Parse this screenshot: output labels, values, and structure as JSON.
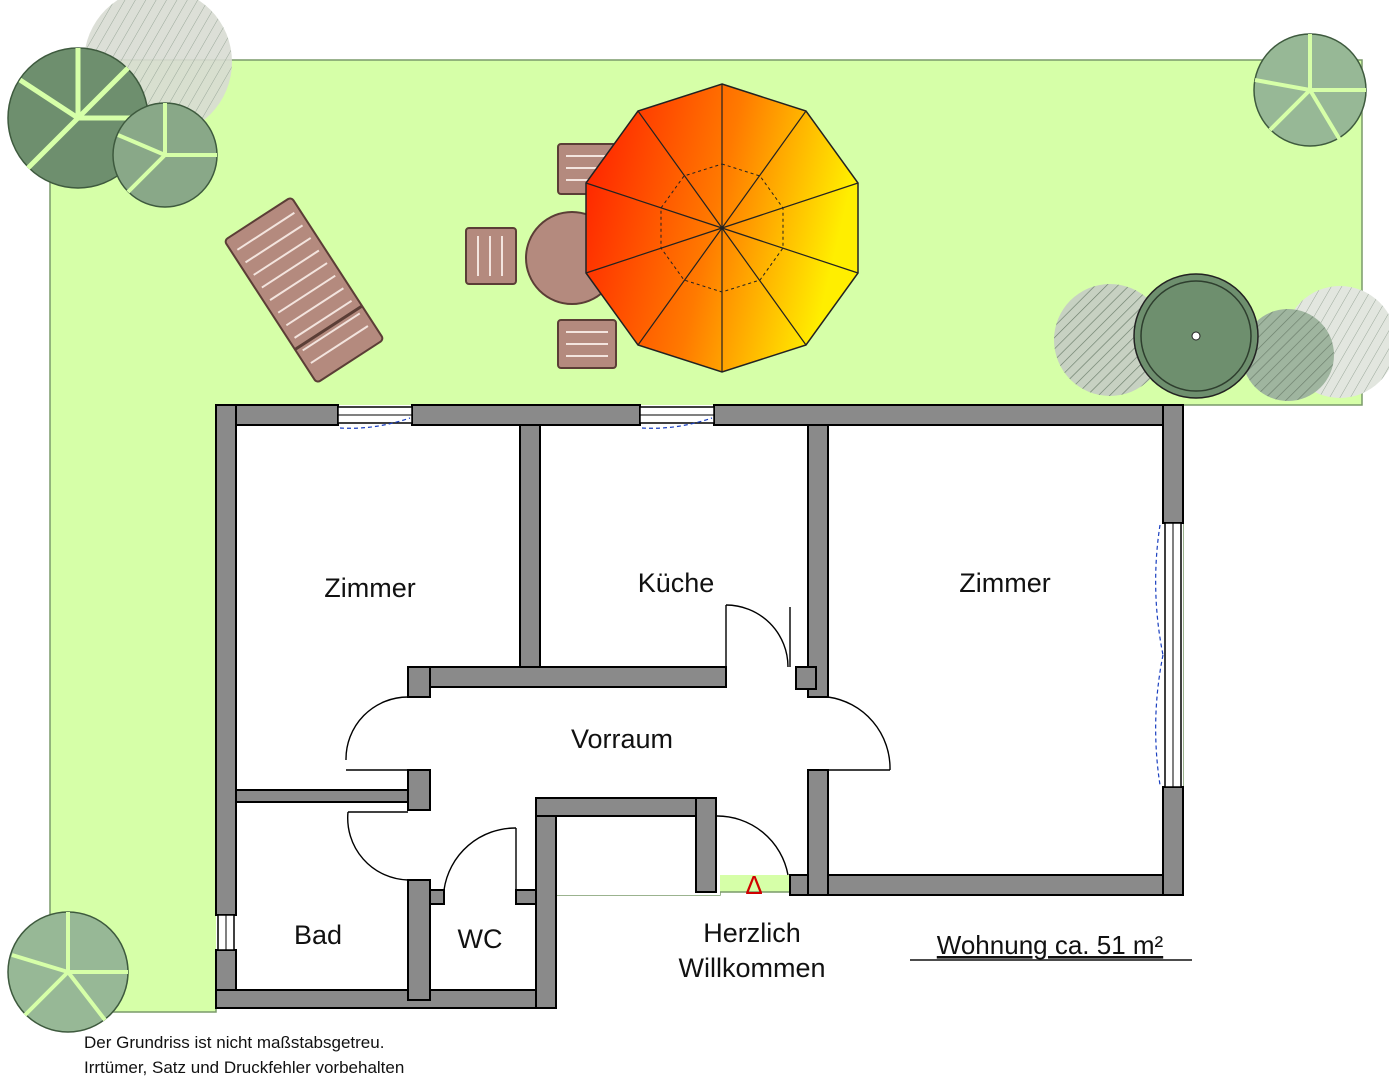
{
  "rooms": {
    "zimmer_left": "Zimmer",
    "kueche": "Küche",
    "zimmer_right": "Zimmer",
    "vorraum": "Vorraum",
    "bad": "Bad",
    "wc": "WC"
  },
  "entrance": {
    "marker": "Δ",
    "line1": "Herzlich",
    "line2": "Willkommen"
  },
  "area_label": "Wohnung ca. 51 m²",
  "disclaimer": {
    "line1": "Der Grundriss ist nicht maßstabsgetreu.",
    "line2": "Irrtümer, Satz und Druckfehler vorbehalten"
  },
  "colors": {
    "garden": "#d6ffa8",
    "wall": "#8a8a8a",
    "wall_outline": "#000000",
    "tree_dark": "#6e8f6e",
    "tree_light": "#97b896",
    "furniture": "#b48a7e",
    "umbrella_hot": "#ff1a00",
    "umbrella_warm": "#ffee00",
    "marker": "#d00000"
  }
}
